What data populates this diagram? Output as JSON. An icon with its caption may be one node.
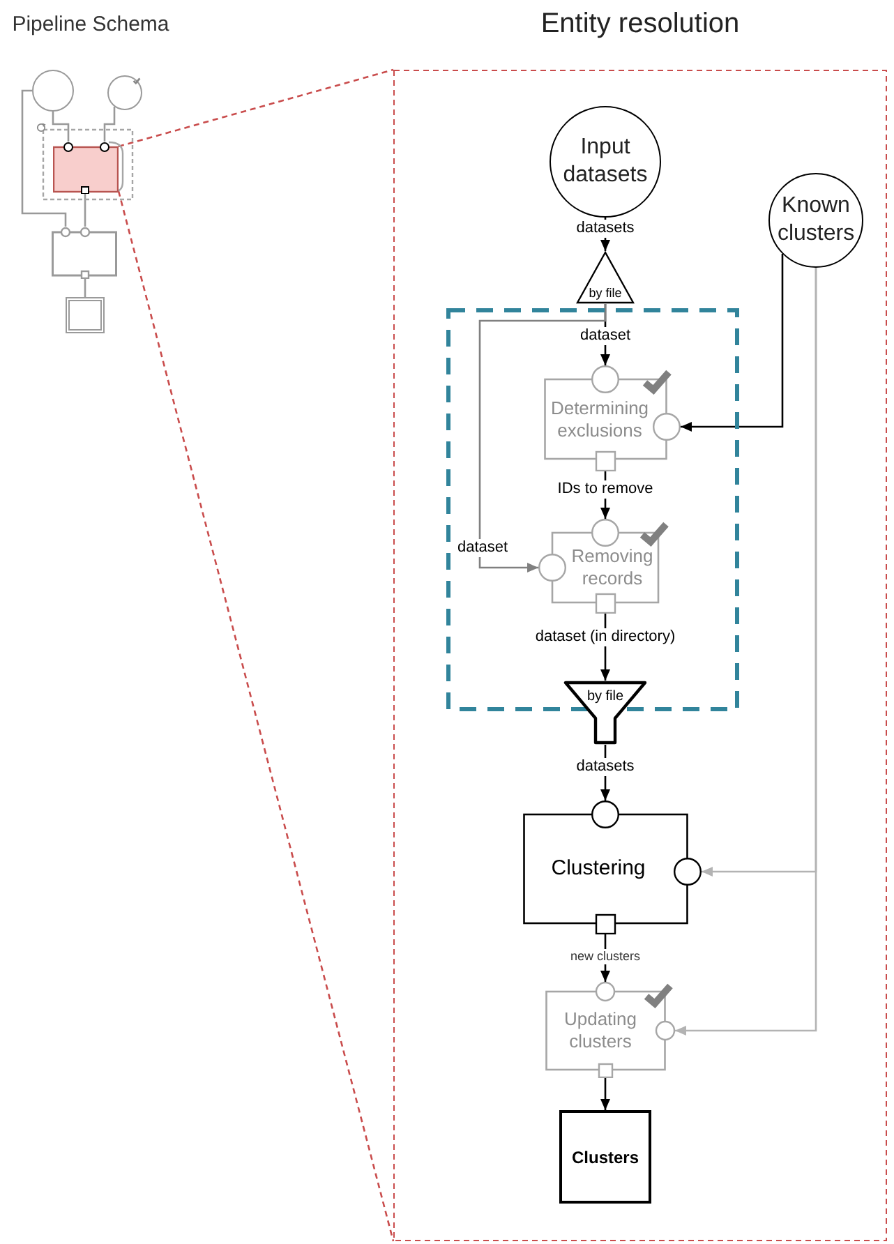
{
  "diagram": {
    "nodes": [
      {
        "text": [],
        "shape": "circle"
      },
      {
        "text": [],
        "shape": "circle"
      },
      {
        "text": [],
        "shape": "box"
      },
      {
        "text": [],
        "shape": "box",
        "in": 2
      },
      {
        "text": [],
        "shape": "box"
      },
      {
        "text": [],
        "shape": "box"
      },
      {
        "text": [
          "Entity resolution"
        ]
      },
      {
        "text": [
          "Input datasets"
        ],
        "in": 6
      },
      {
        "text": [
          "Known clusters"
        ],
        "in": 6
      },
      {
        "text": [
          "by file"
        ],
        "in": 6
      },
      {
        "text": [],
        "shape": "box",
        "in": 6
      },
      {
        "text": [
          "Determining exclusions"
        ],
        "in": 10
      },
      {
        "text": [
          "Removing records"
        ],
        "in": 10
      },
      {
        "text": [
          "by file"
        ],
        "in": 6
      },
      {
        "text": [
          "Clustering"
        ],
        "in": 6
      },
      {
        "text": [
          "Updating clusters"
        ],
        "in": 6
      },
      {
        "text": [
          "Clusters"
        ],
        "in": 6
      }
    ],
    "edges": [
      {
        "from": 0,
        "to": 3,
        "arrow": "none",
        "color": "#999999"
      },
      {
        "from": 1,
        "to": 3,
        "arrow": "none",
        "color": "#999999"
      },
      {
        "from": 0,
        "to": 4,
        "arrow": "none",
        "color": "#999999"
      },
      {
        "from": 3,
        "to": 4,
        "arrow": "none",
        "color": "#999999"
      },
      {
        "from": 4,
        "to": 5,
        "arrow": "none",
        "color": "#999999"
      },
      {
        "from": 3,
        "to": 6,
        "arrow": "none",
        "style": "dashed",
        "color": "#c94c4c"
      },
      {
        "from": 3,
        "to": 6,
        "arrow": "none",
        "style": "dashed",
        "color": "#c94c4c"
      },
      {
        "from": 7,
        "to": 9,
        "arrow": "to",
        "label": "datasets"
      },
      {
        "from": 9,
        "to": 11,
        "arrow": "to",
        "label": "dataset"
      },
      {
        "from": 9,
        "to": 12,
        "arrow": "to",
        "label": "dataset",
        "color": "#808080"
      },
      {
        "from": 8,
        "to": 11,
        "arrow": "to"
      },
      {
        "from": 11,
        "to": 12,
        "arrow": "to",
        "label": "IDs to remove"
      },
      {
        "from": 12,
        "to": 13,
        "arrow": "to",
        "label": "dataset (in directory)"
      },
      {
        "from": 13,
        "to": 14,
        "arrow": "to",
        "label": "datasets"
      },
      {
        "from": 8,
        "to": 14,
        "arrow": "to",
        "color": "#b3b3b3"
      },
      {
        "from": 8,
        "to": 15,
        "arrow": "to",
        "color": "#b3b3b3"
      },
      {
        "from": 14,
        "to": 15,
        "arrow": "to",
        "label": "new clusters"
      },
      {
        "from": 15,
        "to": 16,
        "arrow": "to"
      }
    ],
    "labels": [
      "Pipeline Schema"
    ]
  }
}
